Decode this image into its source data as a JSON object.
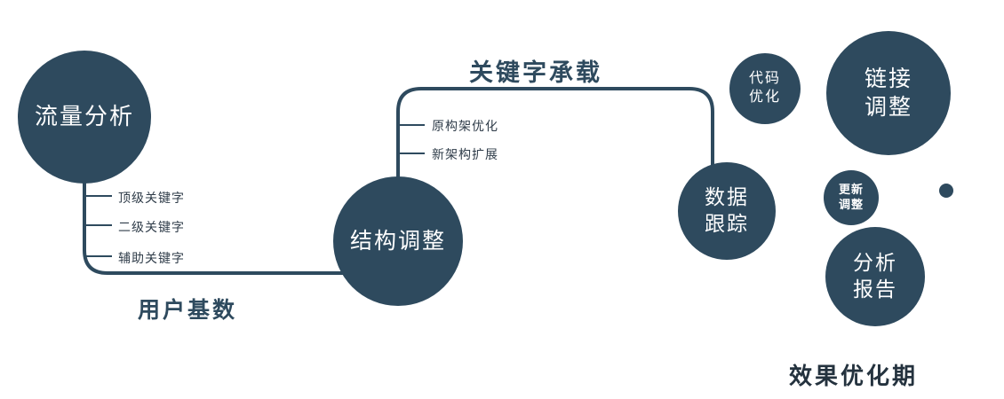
{
  "colors": {
    "primary": "#2e4a5e",
    "background": "#ffffff",
    "branch_text": "#2f3c49"
  },
  "nodes": {
    "traffic": {
      "label": "流量分析"
    },
    "structure": {
      "label": "结构调整"
    },
    "data_tracking": {
      "line1": "数据",
      "line2": "跟踪"
    },
    "code_optimization": {
      "line1": "代码",
      "line2": "优化"
    },
    "link_adjustment": {
      "line1": "链接",
      "line2": "调整"
    },
    "update_adjustment": {
      "line1": "更新",
      "line2": "调整"
    },
    "analysis_report": {
      "line1": "分析",
      "line2": "报告"
    }
  },
  "edge_labels": {
    "user_base": "用户基数",
    "keyword_bearing": "关键字承载",
    "effect_period": "效果优化期"
  },
  "branches": {
    "left": [
      "顶级关键字",
      "二级关键字",
      "辅助关键字"
    ],
    "top": [
      "原构架优化",
      "新架构扩展"
    ]
  }
}
